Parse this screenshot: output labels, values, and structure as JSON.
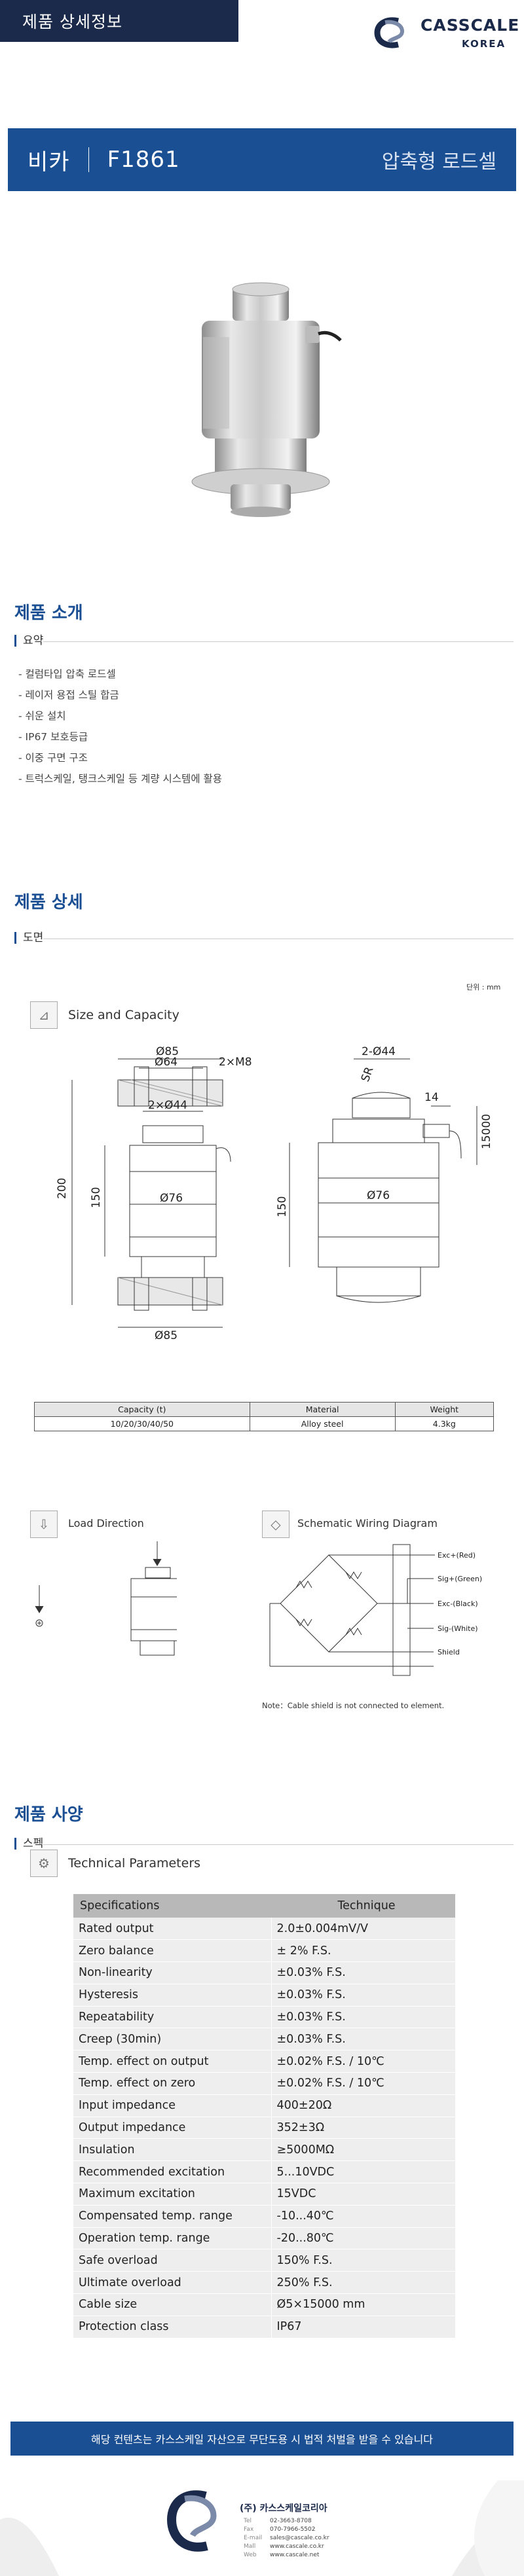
{
  "header": {
    "tab_label": "제품 상세정보",
    "logo_main": "CASSCALE",
    "logo_sub": "KOREA"
  },
  "product": {
    "brand": "비카",
    "model": "F1861",
    "type_label": "압축형 로드셀"
  },
  "intro": {
    "title": "제품 소개",
    "sub_label": "요약",
    "bullets": [
      "- 컬럼타입 압축 로드셀",
      "- 레이저 용접 스틸 합금",
      "- 쉬운 설치",
      "- IP67 보호등급",
      "- 이중 구면 구조",
      "- 트럭스케일, 탱크스케일 등 계량 시스템에 활용"
    ]
  },
  "detail": {
    "title": "제품 상세",
    "sub_label": "도면",
    "unit_note": "단위 : mm",
    "size_title": "Size and Capacity",
    "dims": {
      "d85_top": "Ø85",
      "d64": "Ø64",
      "m8": "2×M8",
      "d44_left": "2×Ø44",
      "d76_left": "Ø76",
      "h200": "200",
      "h150_left": "150",
      "d85_bottom": "Ø85",
      "d44_right": "2-Ø44",
      "sr": "SR",
      "w14": "14",
      "cable": "15000",
      "d76_right": "Ø76",
      "h150_right": "150"
    },
    "capacity_table": {
      "headers": [
        "Capacity (t)",
        "Material",
        "Weight"
      ],
      "row": [
        "10/20/30/40/50",
        "Alloy steel",
        "4.3kg"
      ]
    },
    "load_title": "Load Direction",
    "wiring_title": "Schematic Wiring Diagram",
    "wires": [
      "Exc+(Red)",
      "Sig+(Green)",
      "Exc-(Black)",
      "Sig-(White)",
      "Shield"
    ],
    "wiring_note": "Note：Cable shield is not connected to element."
  },
  "spec": {
    "title": "제품 사양",
    "sub_label": "스펙",
    "panel_title": "Technical Parameters",
    "headers": [
      "Specifications",
      "Technique"
    ],
    "rows": [
      [
        "Rated output",
        "2.0±0.004mV/V"
      ],
      [
        "Zero balance",
        "± 2% F.S."
      ],
      [
        "Non-linearity",
        "±0.03% F.S."
      ],
      [
        "Hysteresis",
        "±0.03% F.S."
      ],
      [
        "Repeatability",
        "±0.03% F.S."
      ],
      [
        "Creep (30min)",
        "±0.03% F.S."
      ],
      [
        "Temp. effect on output",
        "±0.02% F.S. / 10℃"
      ],
      [
        "Temp. effect on zero",
        "±0.02% F.S. / 10℃"
      ],
      [
        "Input impedance",
        "400±20Ω"
      ],
      [
        "Output impedance",
        "352±3Ω"
      ],
      [
        "Insulation",
        "≥5000MΩ"
      ],
      [
        "Recommended excitation",
        "5...10VDC"
      ],
      [
        "Maximum excitation",
        "15VDC"
      ],
      [
        "Compensated temp. range",
        "-10...40℃"
      ],
      [
        "Operation temp. range",
        "-20...80℃"
      ],
      [
        "Safe overload",
        "150% F.S."
      ],
      [
        "Ultimate overload",
        "250% F.S."
      ],
      [
        "Cable size",
        "Ø5×15000 mm"
      ],
      [
        "Protection class",
        "IP67"
      ]
    ]
  },
  "footer": {
    "notice": "해당 컨텐츠는 카스스케일 자산으로 무단도용 시 법적 처벌을 받을 수 있습니다",
    "company": "(주) 카스스케일코리아",
    "contacts": [
      [
        "Tel",
        "02-3663-8708"
      ],
      [
        "Fax",
        "070-7966-5502"
      ],
      [
        "E-mail",
        "sales@cascale.co.kr"
      ],
      [
        "Mall",
        "www.cascale.co.kr"
      ],
      [
        "Web",
        "www.cascale.net"
      ]
    ]
  },
  "colors": {
    "navy": "#1b2a4a",
    "blue": "#1b4f93"
  }
}
